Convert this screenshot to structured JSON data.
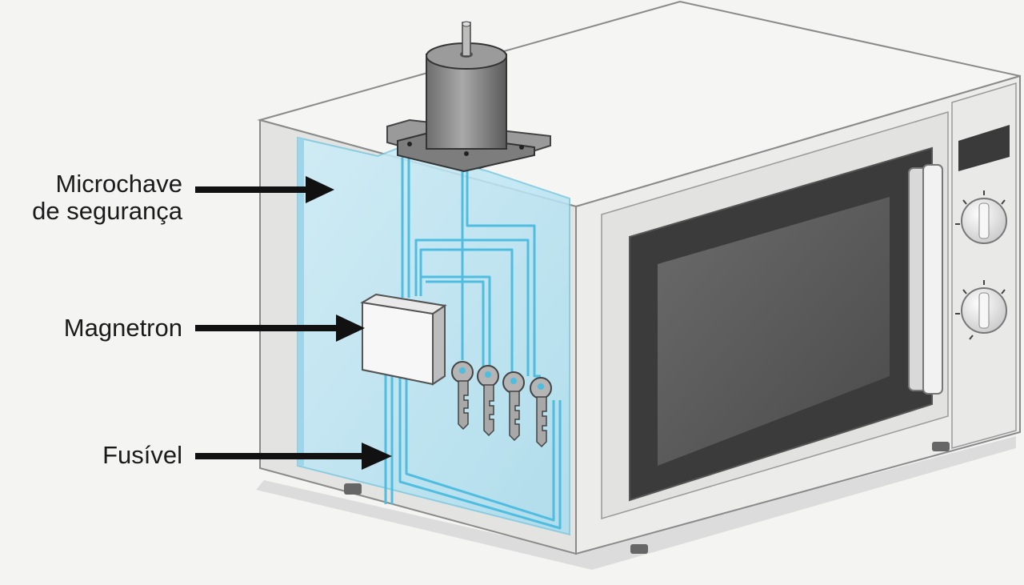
{
  "labels": {
    "microchave_line1": "Microchave",
    "microchave_line2": "de segurança",
    "magnetron": "Magnetron",
    "fusivel": "Fusível"
  },
  "colors": {
    "background": "#f4f4f3",
    "panel_blue": "#bfe6f3",
    "wire_blue": "#5cc3e3",
    "body_gray": "#e6e6e4",
    "window_dark": "#3a3a3a",
    "arrow": "#111111"
  },
  "icons": [
    "motor-icon",
    "key-icon",
    "knob-icon",
    "arrow-icon"
  ]
}
